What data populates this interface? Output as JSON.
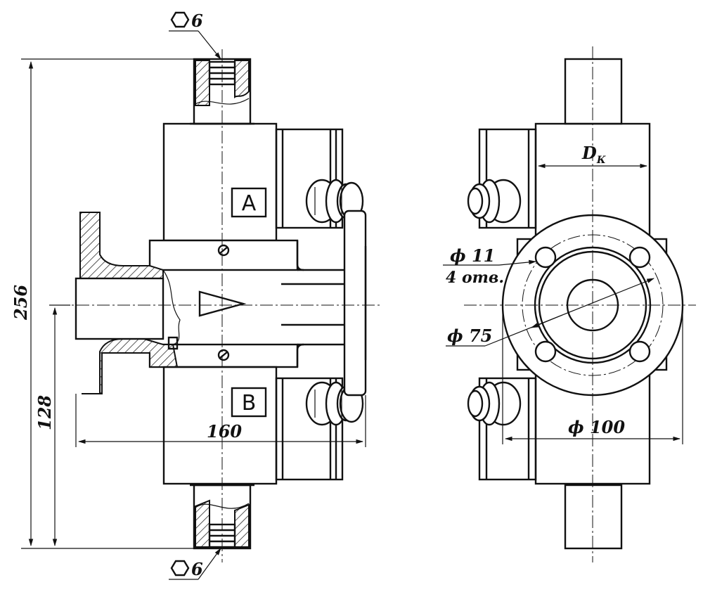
{
  "views": {
    "left": {
      "chamber_top_label": "A",
      "chamber_bottom_label": "B",
      "hex_top": {
        "symbol": "⬡",
        "value": "6"
      },
      "hex_bottom": {
        "symbol": "⬡",
        "value": "6"
      },
      "dim_overall_height": "256",
      "dim_axis_height": "128",
      "dim_width": "160"
    },
    "right": {
      "dim_chamber_diameter": "D",
      "dim_chamber_diameter_sub": "К",
      "dim_holes": "ϕ 11",
      "dim_holes_count": "4 отв.",
      "dim_bolt_circle": "ϕ 75",
      "dim_flange": "ϕ 100"
    }
  }
}
